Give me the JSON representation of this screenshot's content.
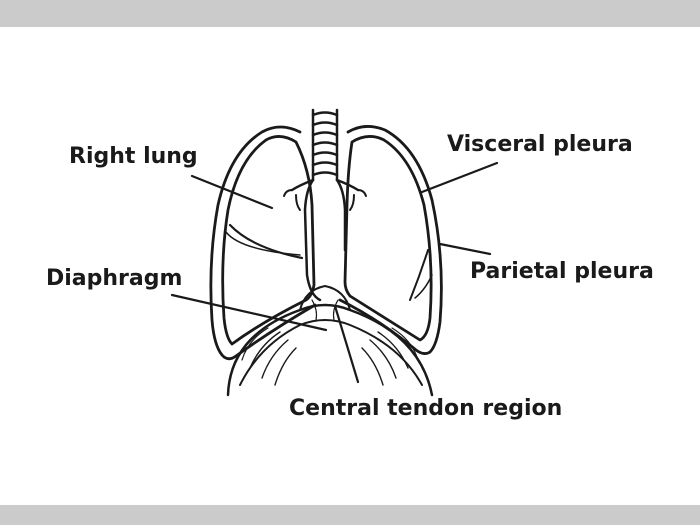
{
  "labels": {
    "right_lung": "Right lung",
    "visceral_pleura": "Visceral pleura",
    "diaphragm": "Diaphragm",
    "parietal_pleura": "Parietal pleura",
    "central_tendon": "Central tendon region"
  },
  "colors": {
    "background": "#ffffff",
    "frame_band": "#cbcbcb",
    "ink": "#1a1a1a"
  }
}
